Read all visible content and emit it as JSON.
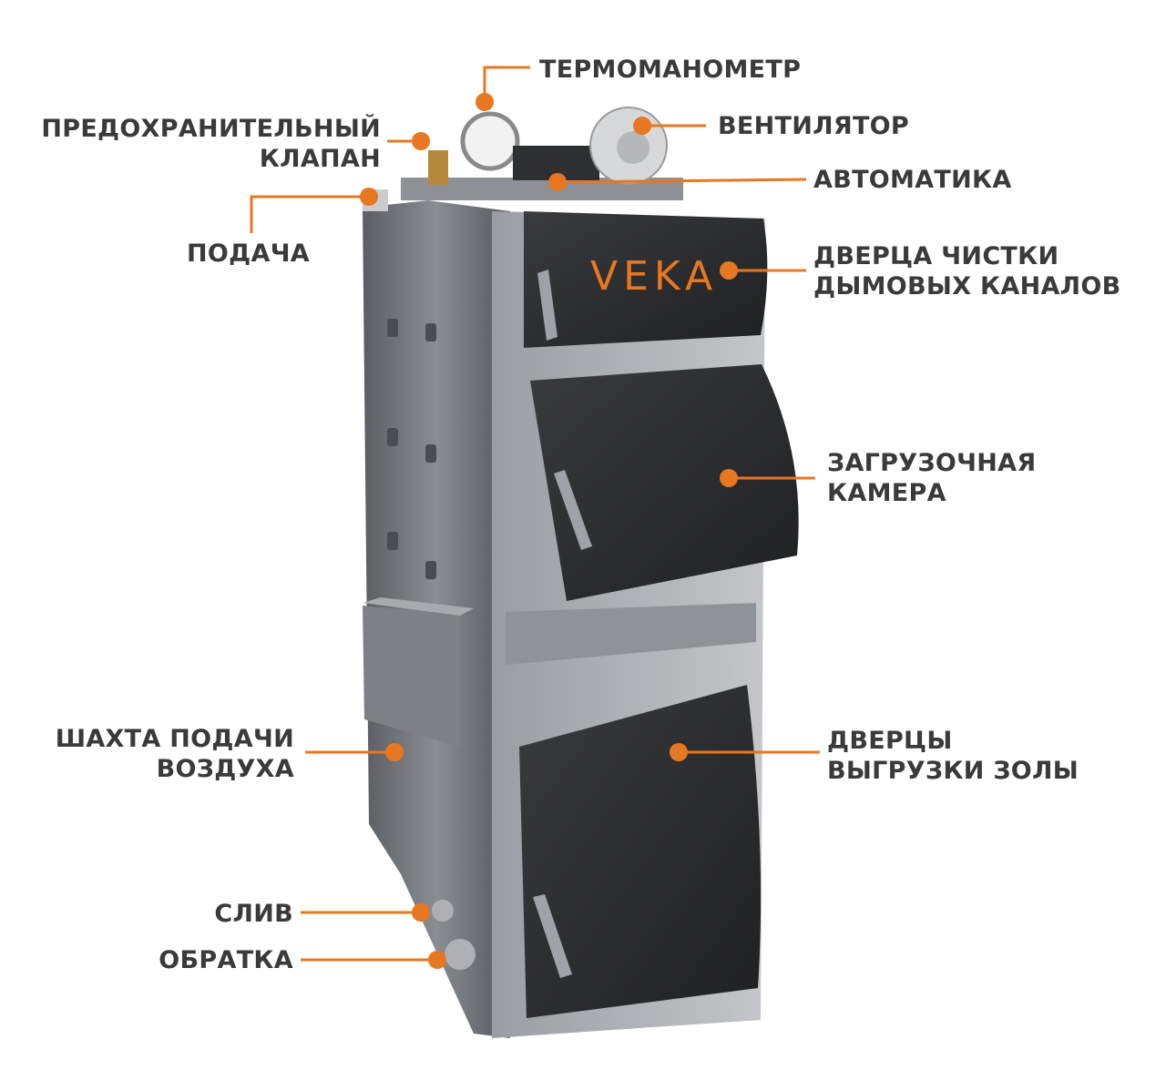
{
  "brand": {
    "logo_text": "VEKA",
    "accent": "#e87722"
  },
  "labels": {
    "thermomanometer": [
      "ТЕРМОМАНОМЕТР"
    ],
    "fan": [
      "ВЕНТИЛЯТОР"
    ],
    "safety_valve": [
      "ПРЕДОХРАНИТЕЛЬНЫЙ",
      "КЛАПАН"
    ],
    "automation": [
      "АВТОМАТИКА"
    ],
    "supply": [
      "ПОДАЧА"
    ],
    "flue_cleaning_door": [
      "ДВЕРЦА ЧИСТКИ",
      "ДЫМОВЫХ КАНАЛОВ"
    ],
    "loading_chamber": [
      "ЗАГРУЗОЧНАЯ",
      "КАМЕРА"
    ],
    "air_supply_shaft": [
      "ШАХТА ПОДАЧИ",
      "ВОЗДУХА"
    ],
    "ash_doors": [
      "ДВЕРЦЫ",
      "ВЫГРУЗКИ ЗОЛЫ"
    ],
    "drain": [
      "СЛИВ"
    ],
    "return": [
      "ОБРАТКА"
    ]
  },
  "colors": {
    "leader": "#e87722",
    "label_text": "#3a3a3a",
    "boiler_body": "#6b6e73",
    "door": "#2b2b2b"
  }
}
